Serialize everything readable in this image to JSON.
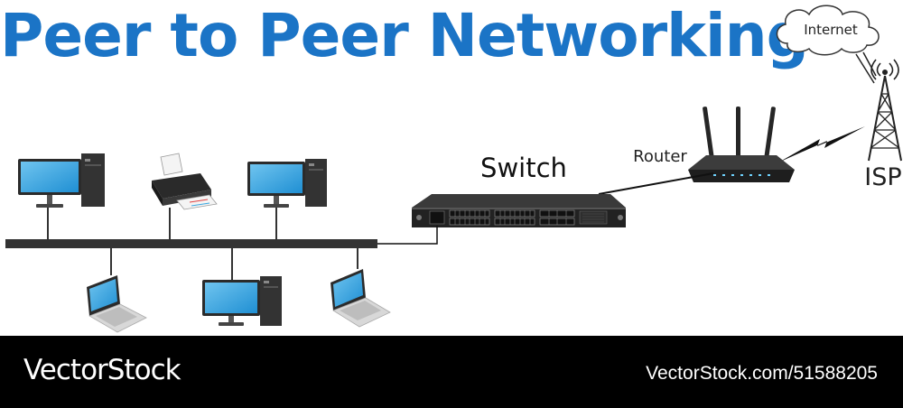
{
  "title": "Peer to Peer Networking",
  "labels": {
    "internet": "Internet",
    "isp": "ISP",
    "router": "Router",
    "switch": "Switch"
  },
  "footer": {
    "brand": "VectorStock",
    "url": "VectorStock.com/51588205",
    "background": "#000000"
  },
  "colors": {
    "title": "#1b74c6",
    "screen": "#3aa6e0",
    "device_dark": "#2b2b2b",
    "bus": "#333333"
  },
  "devices": [
    "desktop-computer-icon",
    "printer-icon",
    "desktop-computer-icon",
    "laptop-icon",
    "desktop-computer-icon",
    "laptop-icon",
    "network-switch-icon",
    "wifi-router-icon",
    "cell-tower-icon",
    "cloud-icon"
  ]
}
